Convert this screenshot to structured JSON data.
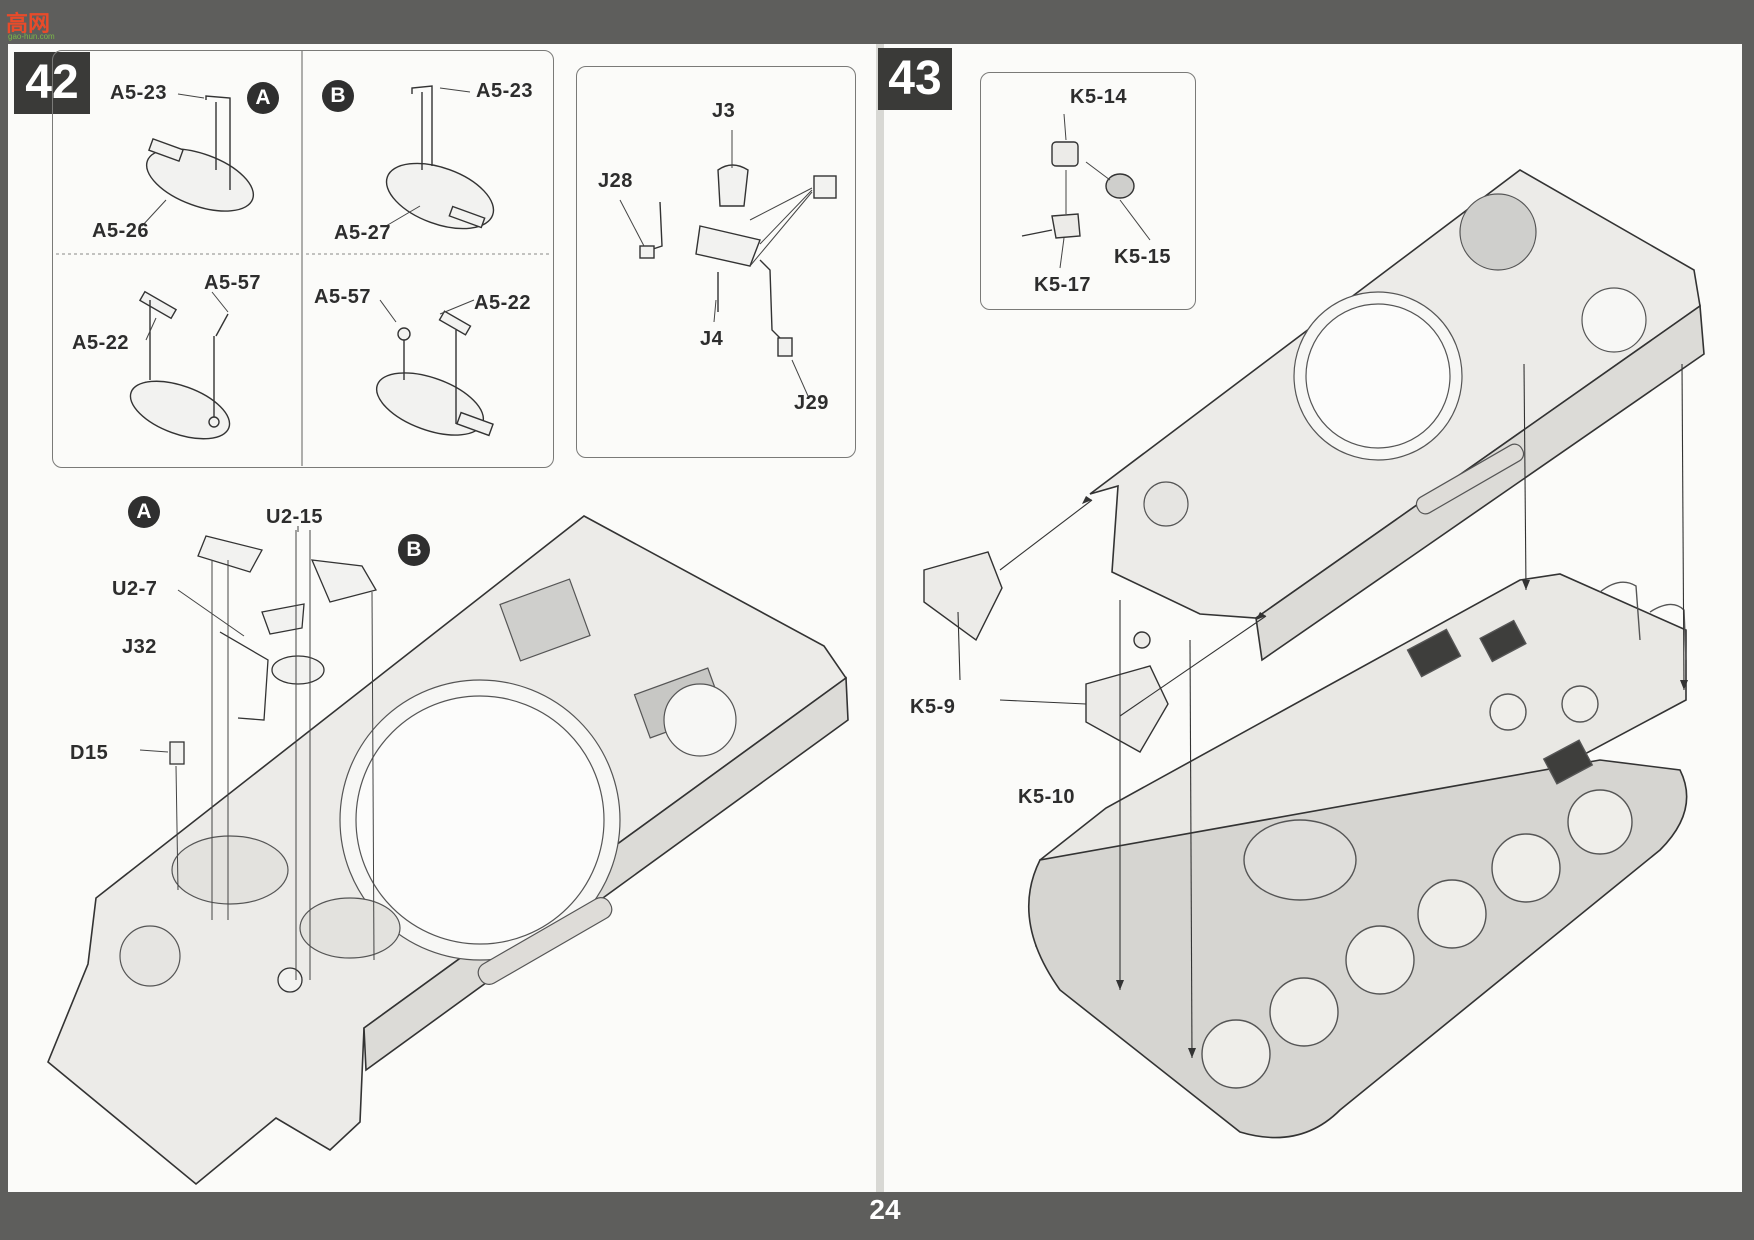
{
  "logo": {
    "text": "高网",
    "url": "gao-hun.com"
  },
  "page_number": "24",
  "step42": {
    "number": "42",
    "variant_a": "A",
    "variant_b": "B",
    "inset_a_labels": {
      "a5_23": "A5-23",
      "a5_26": "A5-26",
      "a5_57": "A5-57",
      "a5_22": "A5-22"
    },
    "inset_b_labels": {
      "a5_23": "A5-23",
      "a5_27": "A5-27",
      "a5_57": "A5-57",
      "a5_22": "A5-22"
    },
    "inset_j_labels": {
      "j3": "J3",
      "j28": "J28",
      "j4": "J4",
      "j29": "J29"
    },
    "main_labels": {
      "a": "A",
      "b": "B",
      "u2_15": "U2-15",
      "u2_7": "U2-7",
      "j32": "J32",
      "d15": "D15"
    }
  },
  "step43": {
    "number": "43",
    "inset_labels": {
      "k5_14": "K5-14",
      "k5_15": "K5-15",
      "k5_17": "K5-17"
    },
    "main_labels": {
      "k5_9": "K5-9",
      "k5_10": "K5-10"
    }
  },
  "colors": {
    "background": "#5e5e5c",
    "paper": "#fbfbf9",
    "ink": "#2d2d2d",
    "badge": "#3a3a38"
  }
}
